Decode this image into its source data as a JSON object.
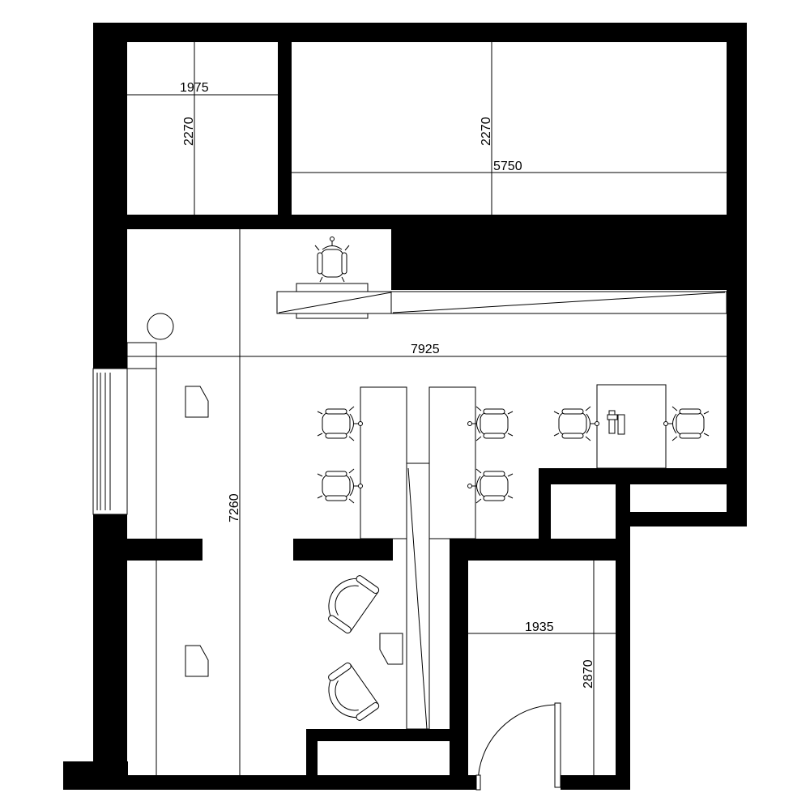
{
  "plan": {
    "wall_color": "#000000",
    "floor_color": "#ffffff",
    "dimensions": {
      "top_left_room_width": "1975",
      "top_left_room_height": "2270",
      "top_right_room_height": "2270",
      "top_right_room_width": "5750",
      "main_width": "7925",
      "main_height": "7260",
      "bathroom_width": "1935",
      "bathroom_height": "2870"
    },
    "furniture": [
      "office-chair",
      "desk",
      "lounge-chair",
      "side-table",
      "round-table",
      "reception-counter",
      "computer",
      "door"
    ]
  }
}
